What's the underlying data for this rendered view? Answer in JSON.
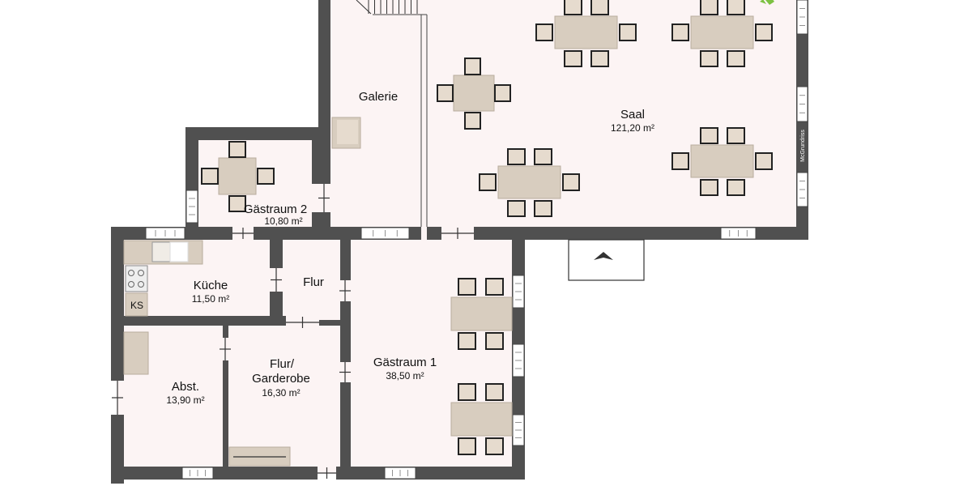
{
  "rooms": {
    "saal": {
      "name": "Saal",
      "area": "121,20 m²"
    },
    "galerie": {
      "name": "Galerie"
    },
    "gastraum2": {
      "name": "Gästraum 2",
      "area": "10,80 m²"
    },
    "kueche": {
      "name": "Küche",
      "area": "11,50 m²"
    },
    "flur": {
      "name": "Flur"
    },
    "abst": {
      "name": "Abst.",
      "area": "13,90 m²"
    },
    "garderobe": {
      "name_line1": "Flur/",
      "name_line2": "Garderobe",
      "area": "16,30 m²"
    },
    "gastraum1": {
      "name": "Gästraum 1",
      "area": "38,50 m²"
    }
  },
  "fixtures": {
    "fridge_label": "KS"
  },
  "watermark": "McGrundriss",
  "colors": {
    "wall": "#505050",
    "floor": "#fcf4f4",
    "furniture": "#d8cdbf",
    "plant": "#7cc142"
  }
}
